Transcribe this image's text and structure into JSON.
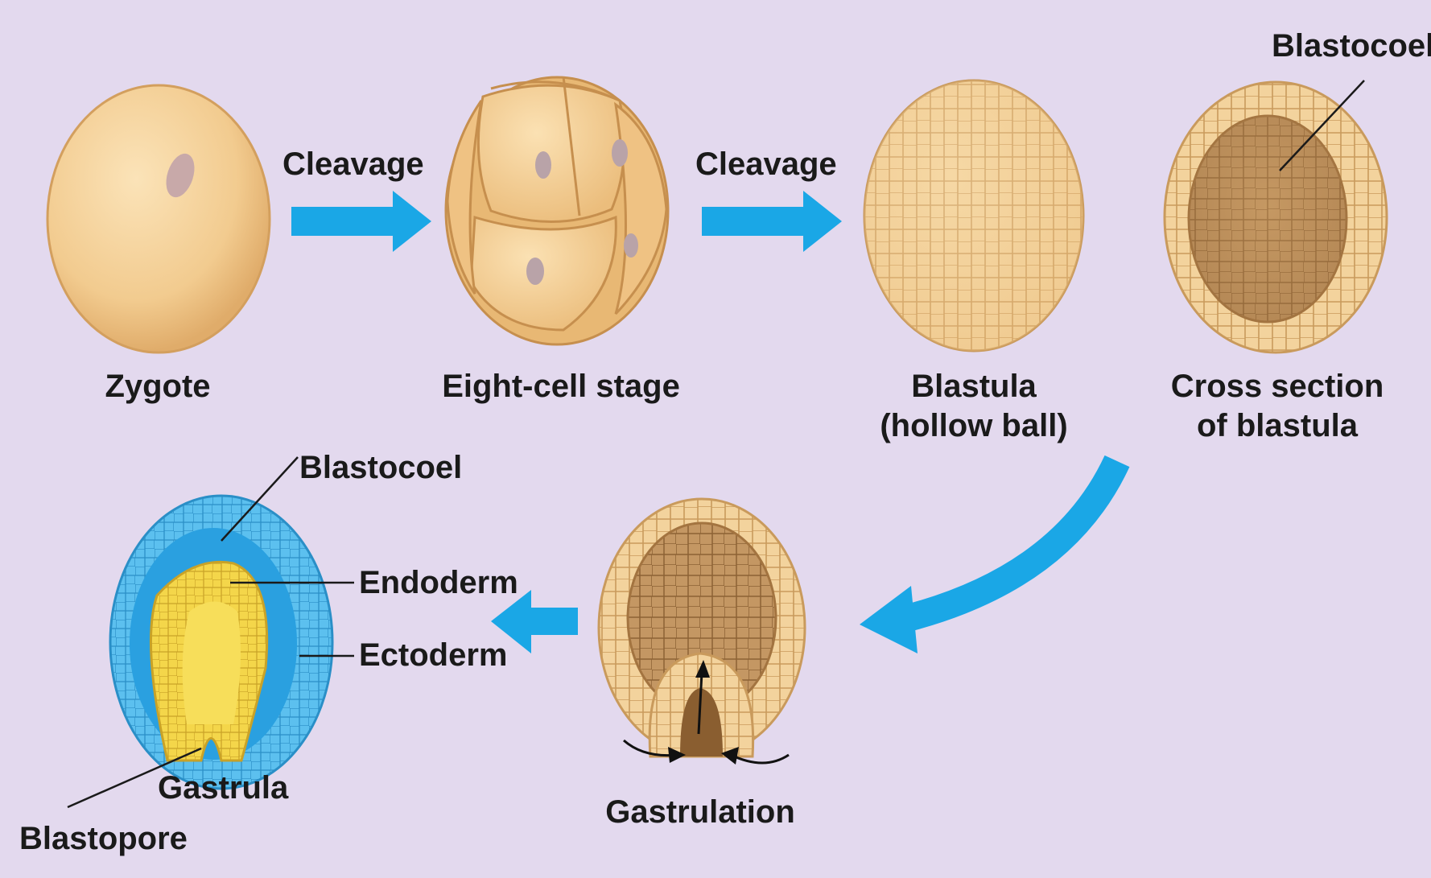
{
  "labels": {
    "zygote": "Zygote",
    "cleavage_1": "Cleavage",
    "eight_cell": "Eight-cell stage",
    "cleavage_2": "Cleavage",
    "blastula_1": "Blastula",
    "blastula_2": "(hollow ball)",
    "cross_1": "Cross section",
    "cross_2": "of blastula",
    "blastocoel_top": "Blastocoel",
    "blastocoel_gastrula": "Blastocoel",
    "endoderm": "Endoderm",
    "ectoderm": "Ectoderm",
    "gastrula": "Gastrula",
    "blastopore": "Blastopore",
    "gastrulation": "Gastrulation"
  },
  "colors": {
    "background": "#e3d9ee",
    "arrow": "#1aa7e6",
    "cell_fill": "#f4d29a",
    "cell_edge": "#c99a5c",
    "cavity": "#b88a55",
    "ectoderm": "#4fb8ec",
    "endoderm": "#f7e03c",
    "text": "#1a1a1a"
  }
}
